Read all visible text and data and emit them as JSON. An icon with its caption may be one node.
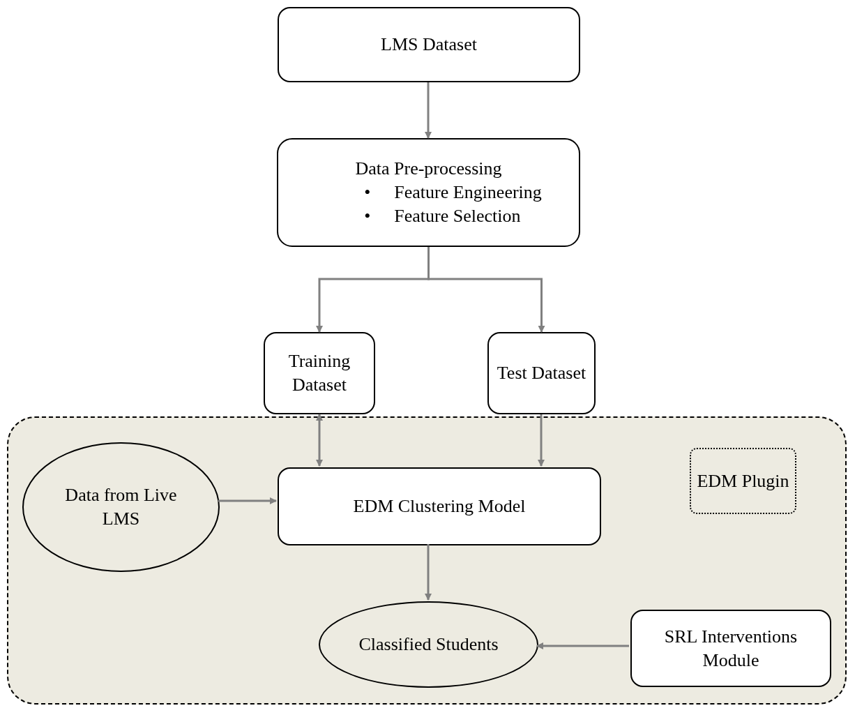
{
  "diagram": {
    "nodes": [
      {
        "text": [
          "LMS Dataset"
        ]
      },
      {
        "text": [
          "Data Pre-processing",
          "•",
          "Feature Engineering",
          "•",
          "Feature Selection"
        ]
      },
      {
        "text": [
          "Training Dataset"
        ]
      },
      {
        "text": [
          "Test Dataset"
        ]
      },
      {
        "text": [],
        "shape": "box"
      },
      {
        "text": [
          "EDM Plugin"
        ],
        "in": 4
      },
      {
        "text": [
          "Data from Live LMS"
        ],
        "in": 4
      },
      {
        "text": [
          "EDM Clustering Model"
        ],
        "in": 4
      },
      {
        "text": [
          "Classified Students"
        ],
        "in": 4
      },
      {
        "text": [
          "SRL Interventions Module"
        ],
        "in": 4
      }
    ],
    "edges": [
      {
        "from": 0,
        "to": 1,
        "arrow": "to"
      },
      {
        "from": 1,
        "to": 2,
        "arrow": "to"
      },
      {
        "from": 1,
        "to": 3,
        "arrow": "to"
      },
      {
        "from": 2,
        "to": 7,
        "arrow": "both"
      },
      {
        "from": 3,
        "to": 7,
        "arrow": "to"
      },
      {
        "from": 6,
        "to": 7,
        "arrow": "to"
      },
      {
        "from": 7,
        "to": 8,
        "arrow": "to"
      },
      {
        "from": 9,
        "to": 8,
        "arrow": "to"
      }
    ]
  }
}
